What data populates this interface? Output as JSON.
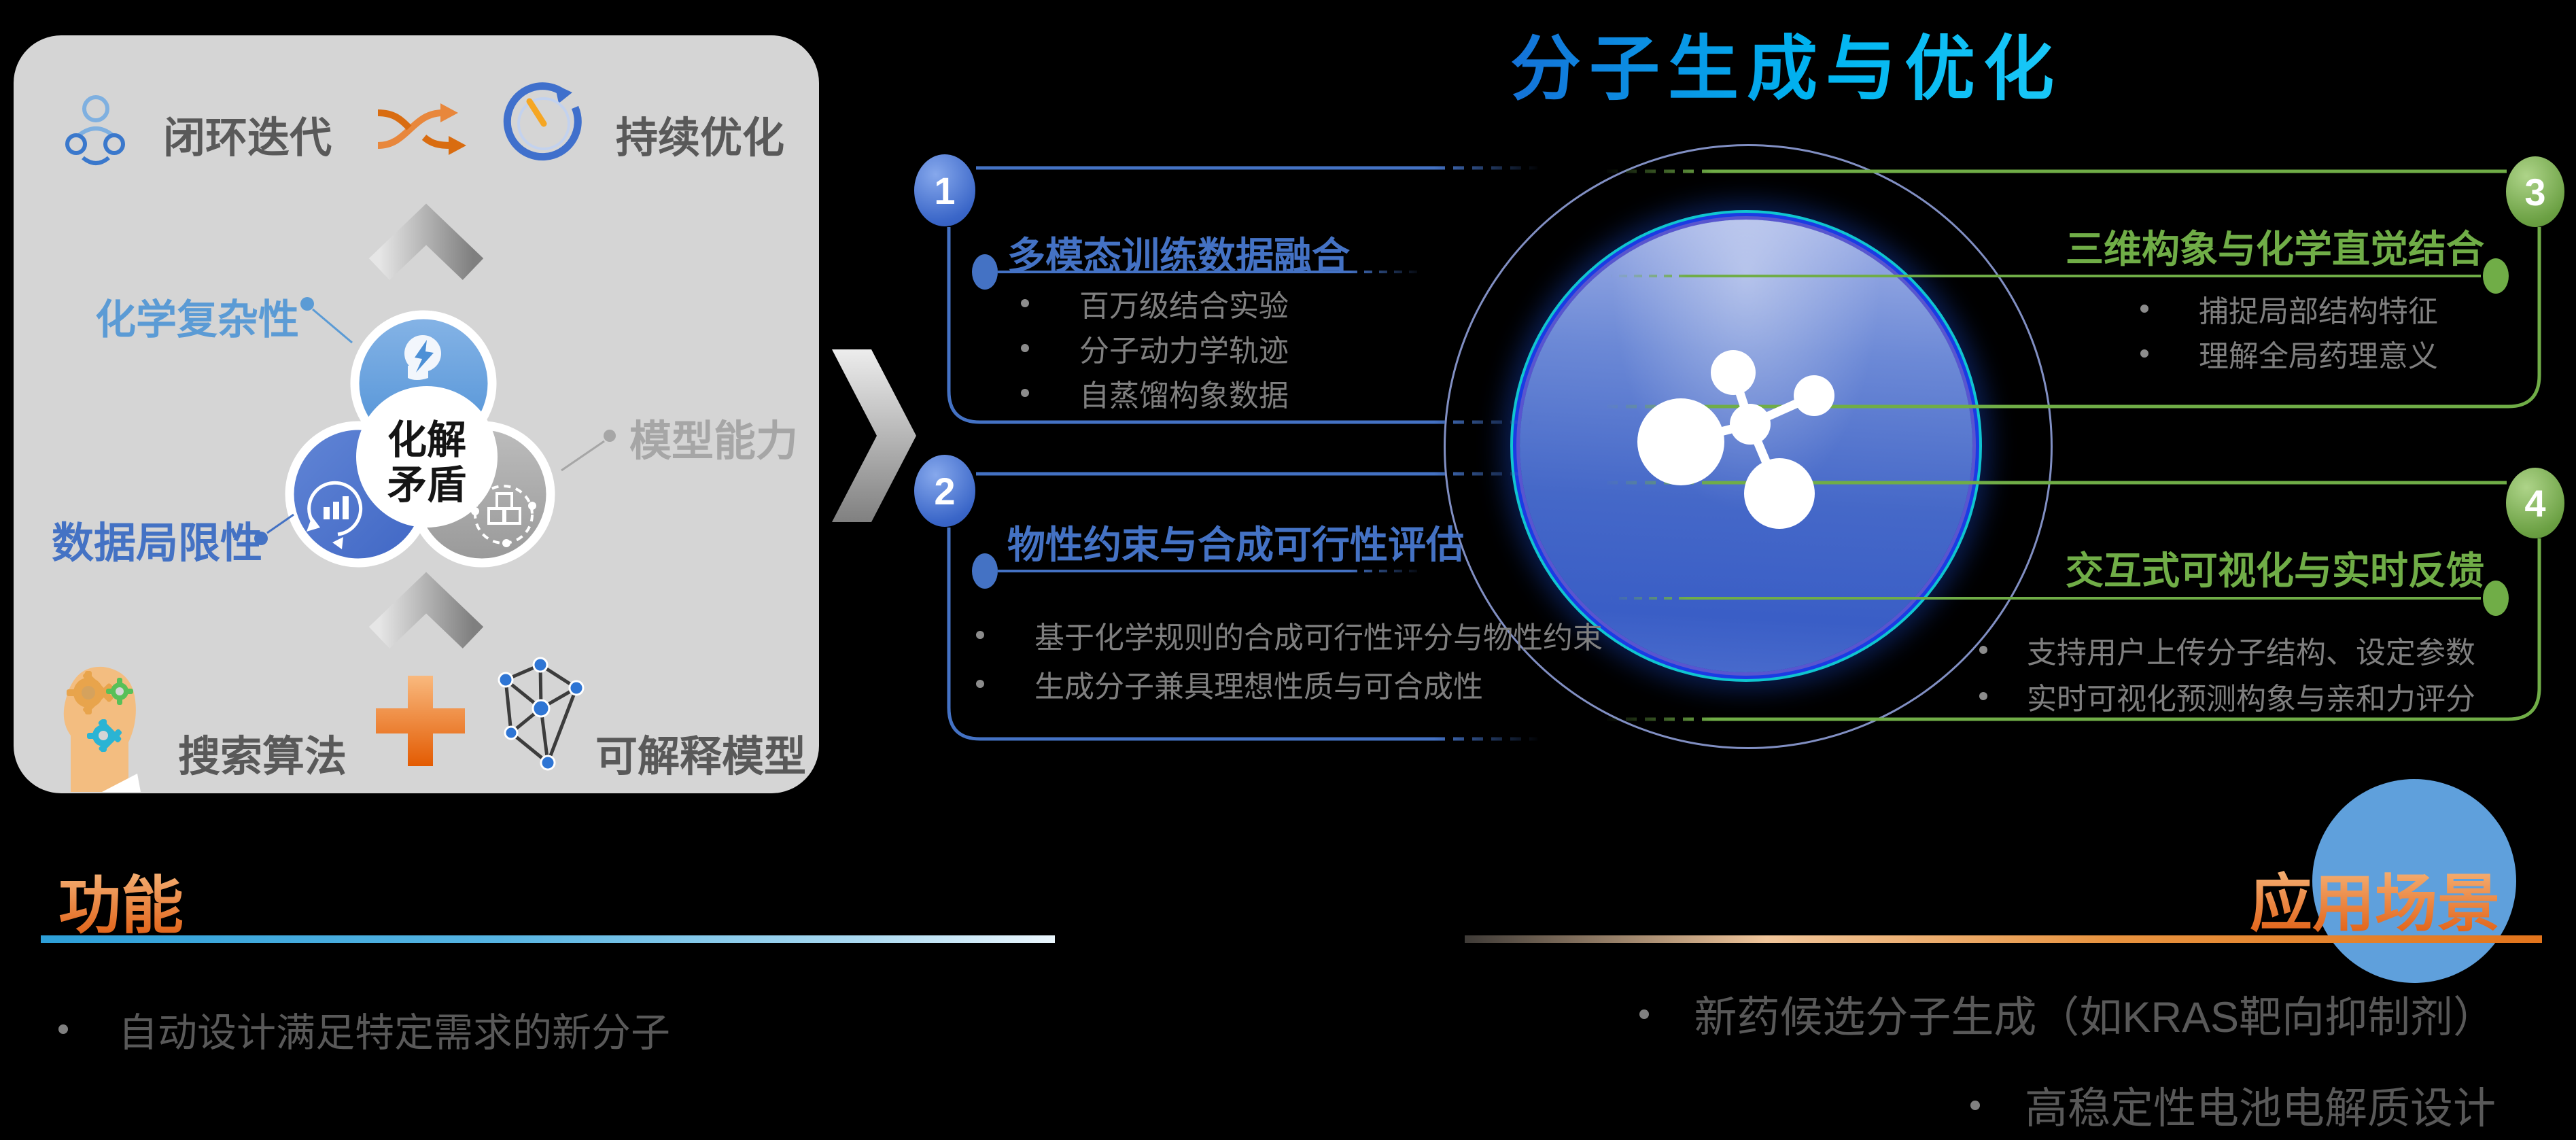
{
  "colors": {
    "background": "#000000",
    "panel_bg": "#d5d5d5",
    "accent_blue": "#4472C4",
    "light_blue": "#5B9BD5",
    "accent_green": "#70AD47",
    "accent_orange": "#ED7D31",
    "title_cyan": "#00B0F0",
    "gray_text": "#595959",
    "bullet_gray": "#7F7F7F",
    "sphere_blue": "#4568C8"
  },
  "panel": {
    "top_row": {
      "label_left": "闭环迭代",
      "label_right": "持续优化"
    },
    "challenges": {
      "chemical": "化学复杂性",
      "model": "模型能力",
      "data": "数据局限性"
    },
    "venn_center": {
      "line1": "化解",
      "line2": "矛盾"
    },
    "bottom_row": {
      "label_left": "搜索算法",
      "label_right": "可解释模型"
    }
  },
  "main": {
    "title": "分子生成与优化",
    "steps": [
      {
        "num": "1",
        "title": "多模态训练数据融合",
        "bullets": [
          "百万级结合实验",
          "分子动力学轨迹",
          "自蒸馏构象数据"
        ]
      },
      {
        "num": "2",
        "title": "物性约束与合成可行性评估",
        "bullets": [
          "基于化学规则的合成可行性评分与物性约束",
          "生成分子兼具理想性质与可合成性"
        ]
      },
      {
        "num": "3",
        "title": "三维构象与化学直觉结合",
        "bullets": [
          "捕捉局部结构特征",
          "理解全局药理意义"
        ]
      },
      {
        "num": "4",
        "title": "交互式可视化与实时反馈",
        "bullets": [
          "支持用户上传分子结构、设定参数",
          "实时可视化预测构象与亲和力评分"
        ]
      }
    ]
  },
  "footer": {
    "left": {
      "heading": "功能",
      "bullets": [
        "自动设计满足特定需求的新分子"
      ]
    },
    "right": {
      "heading": "应用场景",
      "bullets": [
        "新药候选分子生成（如KRAS靶向抑制剂）",
        "高稳定性电池电解质设计"
      ]
    }
  }
}
